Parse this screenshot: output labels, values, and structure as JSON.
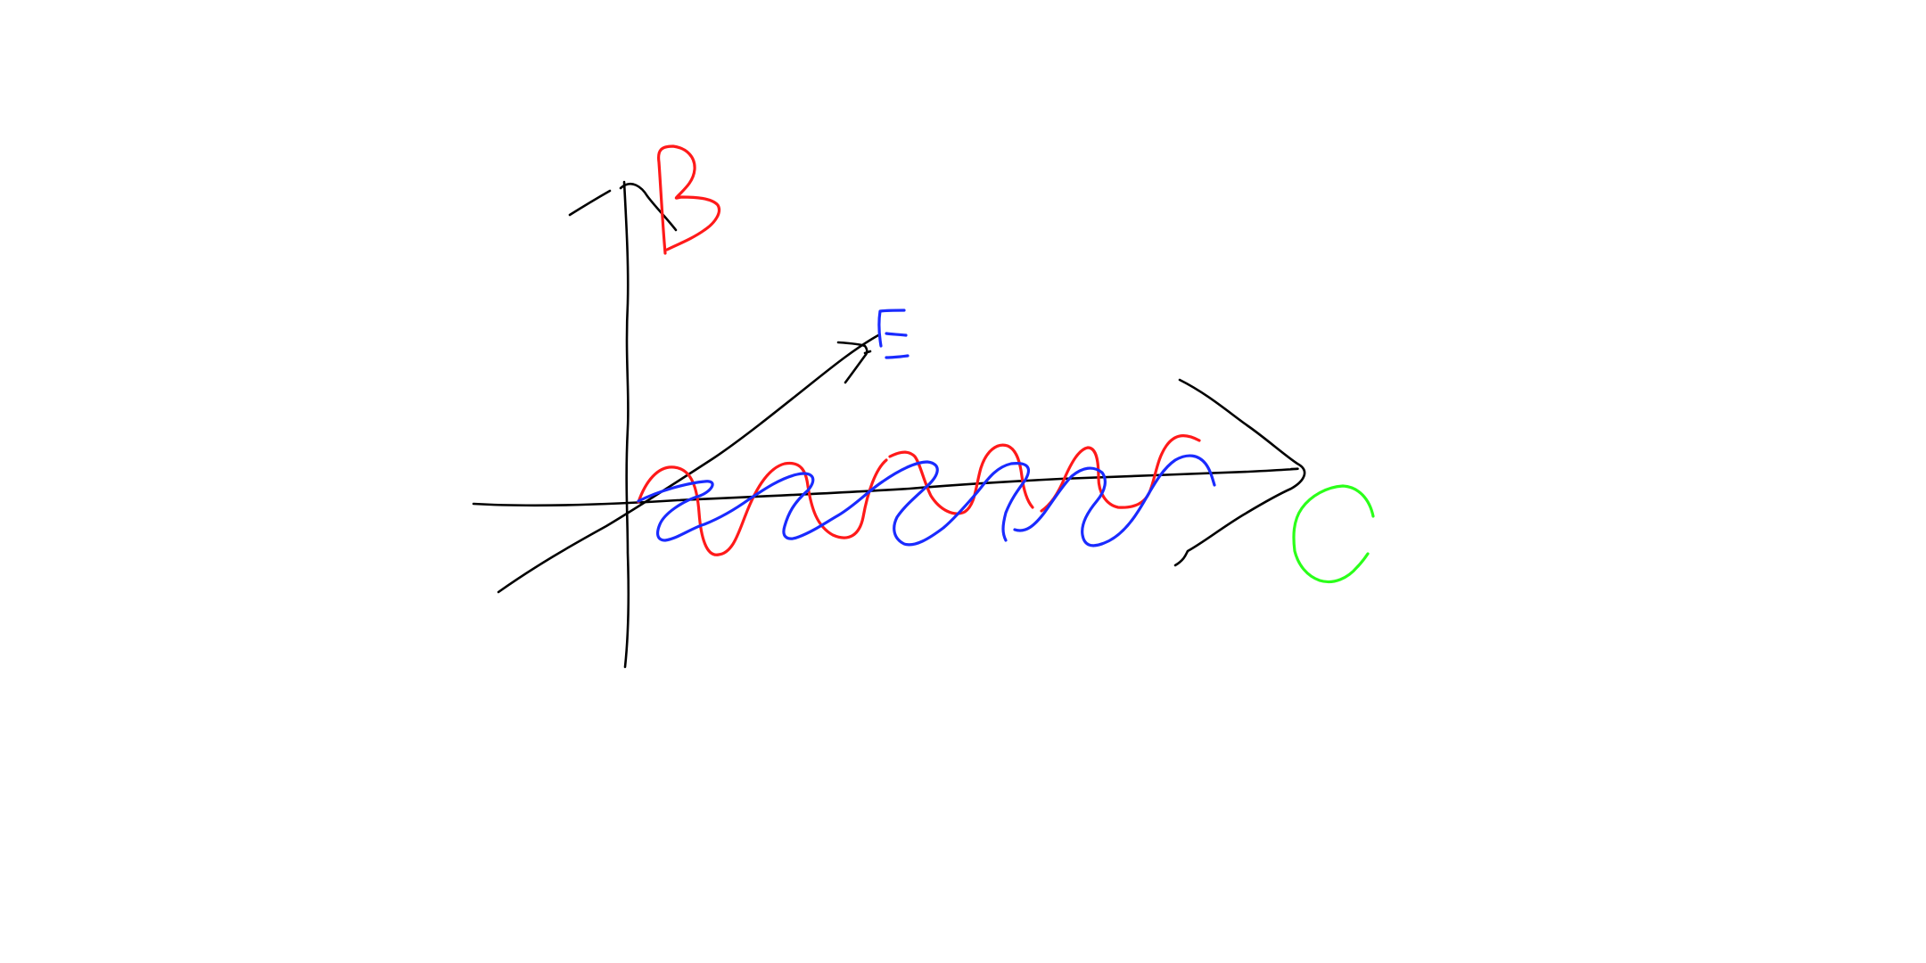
{
  "diagram": {
    "labels": {
      "magnetic_field": "B",
      "electric_field": "E",
      "speed_of_light": "C"
    },
    "colors": {
      "background": "#ffffff",
      "axes": "#000000",
      "magnetic_wave": "#ff1a1a",
      "electric_wave": "#1a2bff",
      "label_b": "#ff1a1a",
      "label_e": "#1a2bff",
      "label_c": "#2bff1a"
    },
    "icons": {
      "vertical_axis_arrow": "arrowhead-up-icon",
      "diagonal_axis_arrow": "arrowhead-diagonal-icon",
      "horizontal_axis_arrow": "arrowhead-right-icon"
    }
  }
}
